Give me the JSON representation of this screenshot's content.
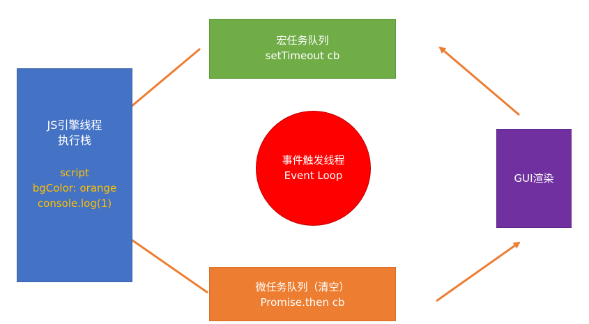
{
  "js_engine": {
    "title_line1": "JS引擎线程",
    "title_line2": "执行栈",
    "stack": [
      "script",
      "bgColor: orange",
      "console.log(1)"
    ]
  },
  "macro_queue": {
    "title": "宏任务队列",
    "subtitle": "setTimeout cb"
  },
  "micro_queue": {
    "title": "微任务队列（清空）",
    "subtitle": "Promise.then cb"
  },
  "event_loop": {
    "title": "事件触发线程",
    "subtitle": "Event Loop"
  },
  "gui_render": {
    "label": "GUI渲染"
  },
  "colors": {
    "js_engine": "#4472c4",
    "stack_text": "#ffc000",
    "macro_queue": "#70ad47",
    "micro_queue": "#ed7d31",
    "gui_render": "#7030a0",
    "event_loop": "#ff0000",
    "arrow": "#ed7d31"
  }
}
